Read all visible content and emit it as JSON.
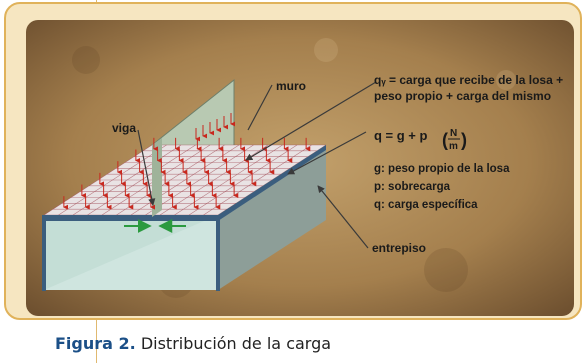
{
  "figure": {
    "caption_lead": "Figura 2.",
    "caption_text": " Distribución de la carga"
  },
  "diagram": {
    "label_muro": "muro",
    "label_viga": "viga",
    "label_entrepiso": "entrepiso",
    "formula_qy_line1": "qᵧ = carga que recibe de la losa +",
    "formula_qy_line2": "peso propio + carga del mismo",
    "formula_q": "q = g + p",
    "unit_num": "N",
    "unit_den": "m",
    "legend_g": "g: peso propio de la losa",
    "legend_p": "p: sobrecarga",
    "legend_q": "q: carga específica",
    "colors": {
      "wall": "#b8c9b2",
      "slab_front": "#cfe5df",
      "slab_side": "#8d9e98",
      "slab_edge": "#3b5e7e",
      "load_arrow": "#c8281e",
      "grid": "#a14d57",
      "reaction_arrow": "#2b9a3f",
      "background": "#9a7546"
    }
  }
}
